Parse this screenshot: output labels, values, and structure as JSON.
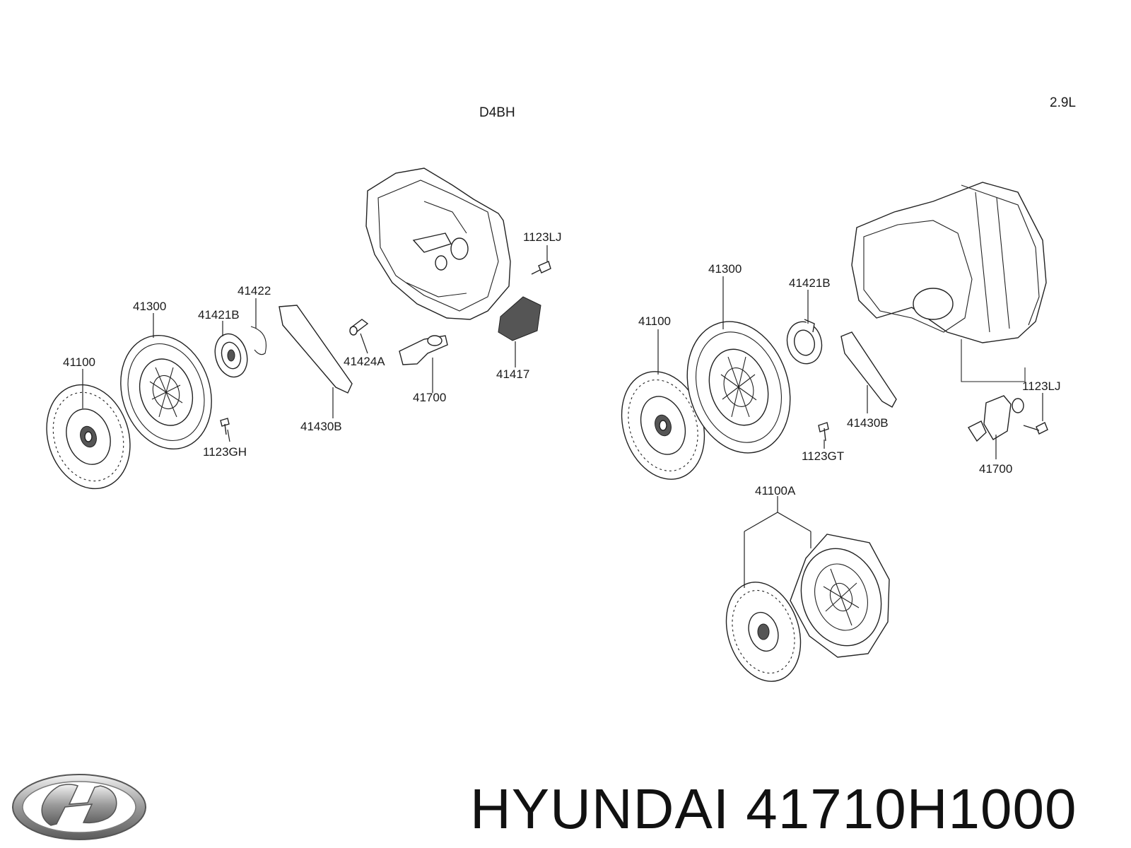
{
  "header": {
    "engine_left": "D4BH",
    "engine_right": "2.9L"
  },
  "left_assembly": {
    "callouts": [
      "41100",
      "41300",
      "41421B",
      "41422",
      "41430B",
      "1123GH",
      "41424A",
      "41700",
      "41417",
      "1123LJ"
    ]
  },
  "right_assembly": {
    "callouts": [
      "41100",
      "41300",
      "41421B",
      "41430B",
      "1123GT",
      "1123LJ",
      "41700",
      "41100A"
    ]
  },
  "footer": {
    "brand": "HYUNDAI",
    "part_number": "41710H1000",
    "logo_icon": "hyundai-logo-icon"
  }
}
